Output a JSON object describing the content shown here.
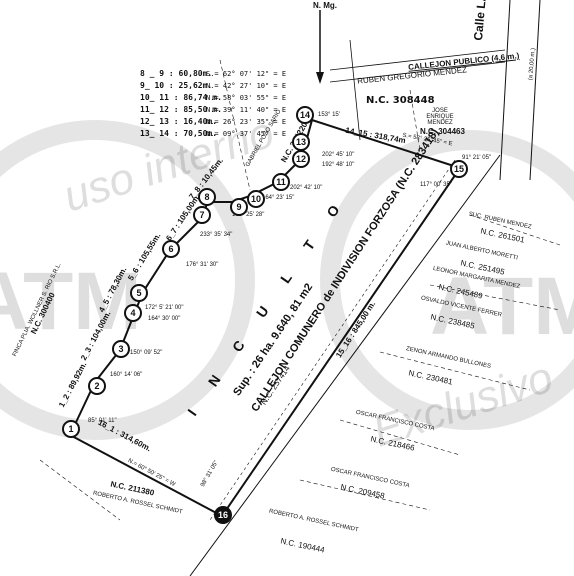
{
  "north": "N. Mg.",
  "watermark": {
    "big_left": "ATM",
    "big_right": "ATM",
    "line1": "uso interno",
    "line2": "Exclusivo"
  },
  "table": [
    {
      "seg": "8 _ 9 : 60,80m.",
      "rumbo": "S.= 62° 07' 12\" = E"
    },
    {
      "seg": "9_ 10 : 25,62m.",
      "rumbo": "N.= 42° 27' 10\" = E"
    },
    {
      "seg": "10_ 11 : 86,74 m.",
      "rumbo": "N.= 58° 03' 55\" = E"
    },
    {
      "seg": "11_ 12 : 85,50 m.",
      "rumbo": "N.= 39° 11' 40\" = E"
    },
    {
      "seg": "12_ 13 : 16,40m.",
      "rumbo": "N.= 26° 23' 35\" = E"
    },
    {
      "seg": "13_ 14 : 70,50m.",
      "rumbo": "N.= 09° 37' 45\" = E"
    }
  ],
  "streets": {
    "calle": "Calle LA PRIMAVERA",
    "calle_width": "(a 20,00 m.)",
    "callejon_publico": "CALLEJON PUBLICO (4,6 m.)",
    "callejon_comunero": "CALLEJON COMUNERO de INDIVISION FORZOSA (N.C. 283418)"
  },
  "main": {
    "inculto": "I N C U L T O",
    "sup": "Sup. : 26 ha. 9.640, 81 m2",
    "nc": "N.C. 257414"
  },
  "measures": {
    "m14_15": "14_15 : 318,74m",
    "r14_15": "S.= 58° 25' 45\" = E",
    "m15_16": "15_16 : 845,00 m.",
    "m16_1": "16_1 : 314,60m.",
    "r16_1": "N.= 60° 50' 25\" = W",
    "m1_2": "1_2 : 89,92m.",
    "m2_3": "2_3 : 104,00m.",
    "m4_5": "4_5 : 78,30m.",
    "m5_6": "5_6 : 105,55m.",
    "m6_7": "6_7 : 105,00m.",
    "m7_8": "7_8 : 10,45m."
  },
  "angles": [
    "85° 01' 11\"",
    "160° 14' 06\"",
    "150° 09' 52\"",
    "172° 5' 21' 00\"",
    "164° 30' 00\"",
    "176° 31' 30\"",
    "233° 35' 34\"",
    "100° 25' 28\"",
    "164° 23' 15\"",
    "202° 42' 10\"",
    "192° 48' 10\"",
    "202° 45' 10\"",
    "153° 15'",
    "117° 00' 35\"",
    "91° 21' 05\"",
    "98° 31' 05\""
  ],
  "owners": {
    "ruben_gregorio": "RUBEN GREGORIO MENDEZ",
    "nc_308448": "N.C. 308448",
    "jose_enrique": "JOSE ENRIQUE MENDEZ",
    "nc_304463": "N.C. 304463",
    "gabriel_pozo": "GABRIEL POZO SARIO",
    "nc_304220": "N.C. 304220",
    "finca": "FINCA  PLIA. WOLLNER  S. RIO  S.R.L.",
    "nc_300400": "N.C. 300400",
    "suc_ruben": "SUC. RUBEN MENDEZ",
    "nc_261501": "N.C. 261501",
    "juan_alberto": "JUAN ALBERTO MORETTI",
    "nc_251495": "N.C. 251495",
    "leonor": "LEONOR MARGARITA MENDEZ",
    "nc_245489": "N.C. 245489",
    "osvaldo": "OSVALDO VICENTE FERRER",
    "nc_238485": "N.C. 238485",
    "zenon": "ZENON ARMANDO BULLONES",
    "nc_230481": "N.C. 230481",
    "oscar1": "OSCAR FRANCISCO COSTA",
    "nc_218466": "N.C. 218466",
    "oscar2": "OSCAR FRANCISCO COSTA",
    "nc_209458": "N.C. 209458",
    "roberto1": "ROBERTO A. ROSSEL SCHMIDT",
    "nc_190444": "N.C. 190444",
    "nc_211380": "N.C. 211380",
    "roberto2": "ROBERTO A. ROSSEL SCHMIDT"
  },
  "vertices": [
    "1",
    "2",
    "3",
    "4",
    "5",
    "6",
    "7",
    "8",
    "9",
    "10",
    "11",
    "12",
    "13",
    "14",
    "15",
    "16"
  ]
}
